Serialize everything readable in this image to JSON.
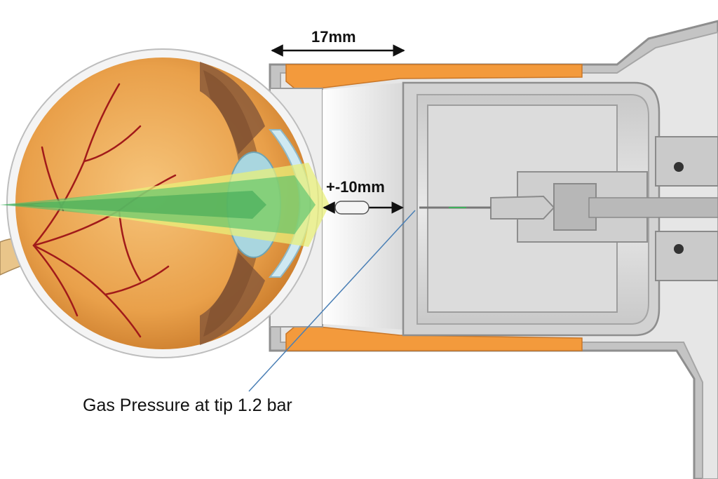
{
  "labels": {
    "distance_top": "17mm",
    "distance_tip": "+-10mm",
    "gas_pressure": "Gas Pressure at tip 1.2 bar"
  },
  "colors": {
    "eye_body": "#e9a04a",
    "eye_inner": "#f1b565",
    "iris": "#8b5a3a",
    "cornea": "#cfe9f2",
    "lens": "#a9d6df",
    "vessel": "#a11a1a",
    "light_green": "#4fc06b",
    "light_yellow": "#e8ef7a",
    "housing_grey": "#c8c8c8",
    "housing_dark": "#9a9a9a",
    "seal_orange": "#f39a3c",
    "callout_line": "#4a7fb5"
  },
  "icons": {
    "eye": "eye-cross-section-icon",
    "nozzle": "gas-nozzle-icon"
  }
}
